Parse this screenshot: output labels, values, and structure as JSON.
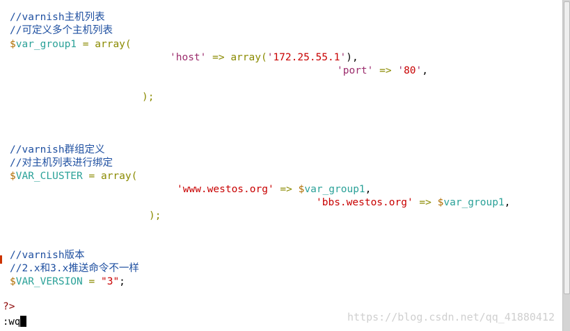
{
  "lines": {
    "c1": "//varnish主机列表",
    "c2": "//可定义多个主机列表",
    "l3_var": "$",
    "l3_name": "var_group1",
    "l3_eq": " = ",
    "l3_fn": "array(",
    "l4_key": "'host'",
    "l4_arrow": "=>",
    "l4_fn": "array(",
    "l4_q1": "'",
    "l4_val": "172.25.55.1",
    "l4_q2": "'",
    "l4_end": "),",
    "l5_key": "'port'",
    "l5_arrow": "=>",
    "l5_q1": "'",
    "l5_val": "80",
    "l5_q2": "'",
    "l5_end": ",",
    "l6_end": ");",
    "c3": "//varnish群组定义",
    "c4": "//对主机列表进行绑定",
    "l9_var": "$",
    "l9_name": "VAR_CLUSTER",
    "l9_eq": " = ",
    "l9_fn": "array(",
    "l10_str": "'www.westos.org'",
    "l10_arrow": "=>",
    "l10_var": "$",
    "l10_name": "var_group1",
    "l10_end": ",",
    "l11_str": "'bbs.westos.org'",
    "l11_arrow": "=>",
    "l11_var": "$",
    "l11_name": "var_group1",
    "l11_end": ",",
    "l12_end": ");",
    "c5": "//varnish版本",
    "c6": "//2.x和3.x推送命令不一样",
    "l15_var": "$",
    "l15_name": "VAR_VERSION",
    "l15_eq": " = ",
    "l15_q1": "\"",
    "l15_val": "3",
    "l15_q2": "\"",
    "l15_end": ";",
    "l16": "?>"
  },
  "command_line": ":wq",
  "watermark": "https://blog.csdn.net/qq_41880412",
  "colors": {
    "comment": "#1e4fa0",
    "variable_sigil": "#b06d00",
    "variable_name": "#2aa198",
    "string": "#c80000",
    "operator": "#8a8a00"
  }
}
